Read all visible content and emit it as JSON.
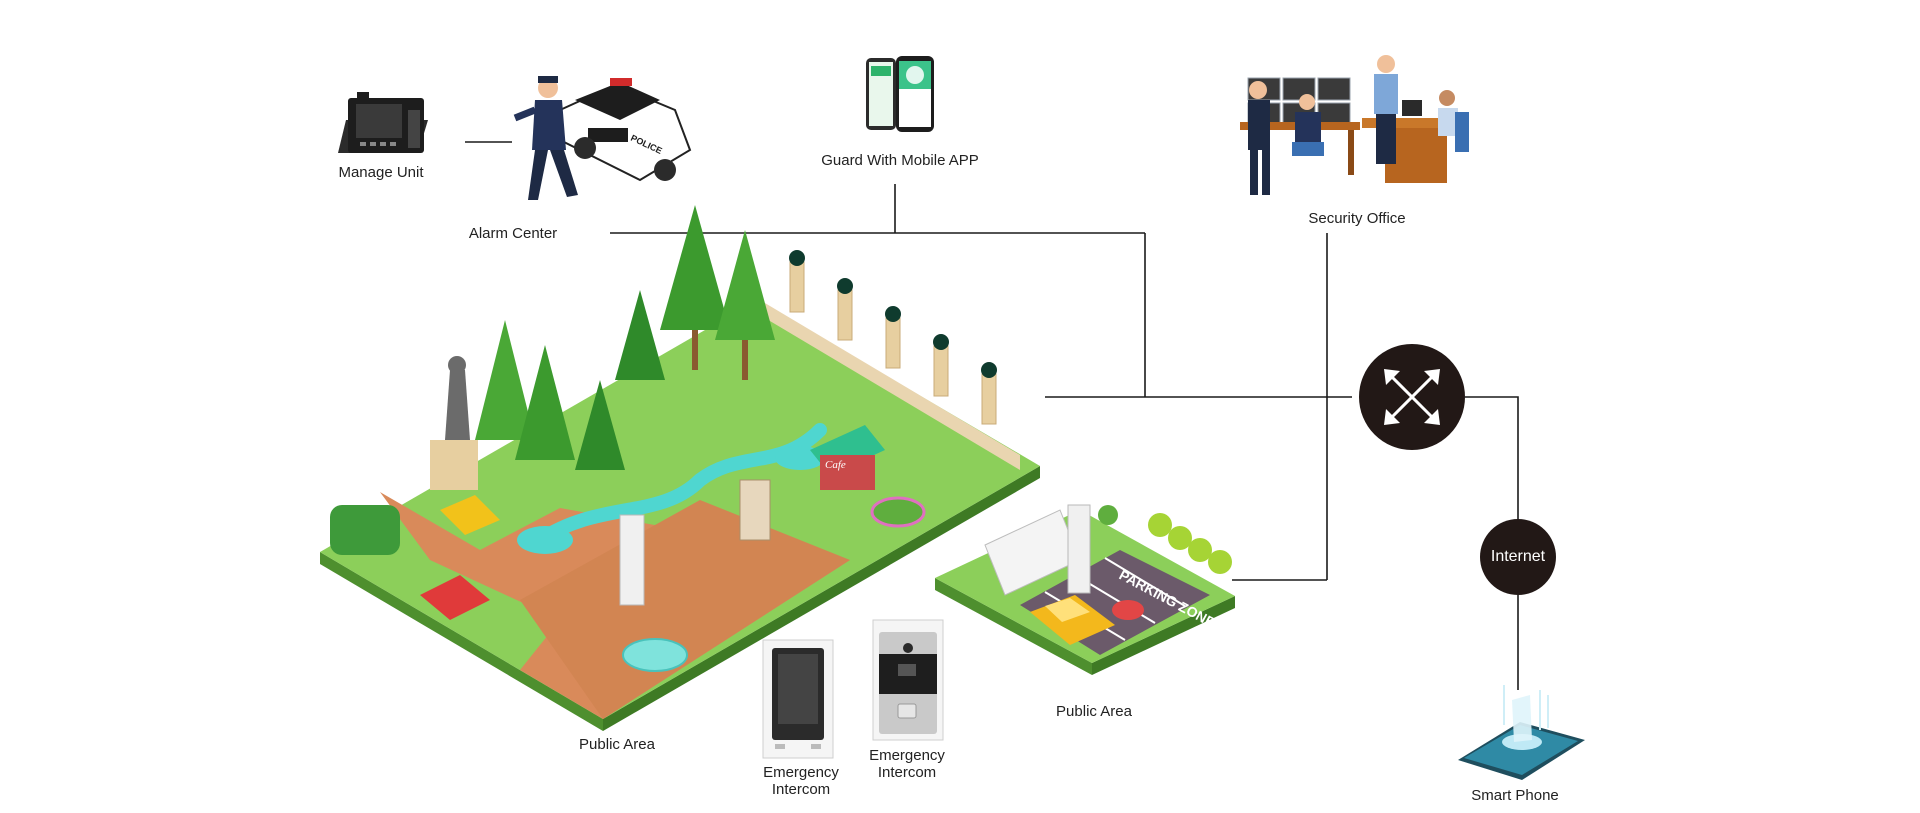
{
  "labels": {
    "manage_unit": "Manage  Unit",
    "alarm_center": "Alarm Center",
    "guard_app": "Guard With Mobile APP",
    "security_office": "Security Office",
    "internet": "Internet",
    "smart_phone": "Smart Phone",
    "public_area_1": "Public Area",
    "public_area_2": "Public Area",
    "emergency_intercom_1": [
      "Emergency",
      "Intercom"
    ],
    "emergency_intercom_2": [
      "Emergency",
      "Intercom"
    ]
  },
  "parking_zone_text": "PARKING ZONE",
  "police_text": "POLICE",
  "cafe_text": "Cafe",
  "icons": {
    "switch": "expand-arrows-icon",
    "manage_unit": "desk-phone-icon",
    "guard_app": "mobile-phones-icon",
    "smart_phone": "smartphone-icon"
  },
  "colors": {
    "line": "#1a1a1a",
    "node_dark": "#221816",
    "grass": "#8ccf5a",
    "grass_dark": "#5fa63a",
    "brick": "#d98a5a",
    "water": "#4fd6d0",
    "parking": "#6b5a6a"
  }
}
